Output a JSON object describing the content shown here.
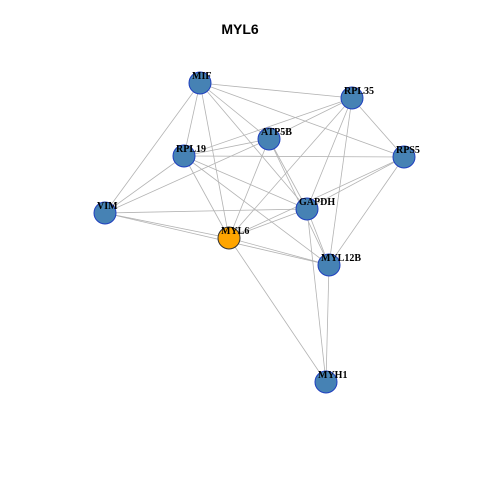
{
  "title": "MYL6",
  "colors": {
    "node": "#4682b4",
    "highlight": "#ffa500",
    "stroke": "#1f3fbf",
    "edge": "#b3b3b3"
  },
  "nodes": [
    {
      "id": "MIF",
      "label": "MIF",
      "highlight": false
    },
    {
      "id": "RPL35",
      "label": "RPL35",
      "highlight": false
    },
    {
      "id": "ATP5B",
      "label": "ATP5B",
      "highlight": false
    },
    {
      "id": "RPL19",
      "label": "RPL19",
      "highlight": false
    },
    {
      "id": "RPS5",
      "label": "RPS5",
      "highlight": false
    },
    {
      "id": "VIM",
      "label": "VIM",
      "highlight": false
    },
    {
      "id": "GAPDH",
      "label": "GAPDH",
      "highlight": false
    },
    {
      "id": "MYL6",
      "label": "MYL6",
      "highlight": true
    },
    {
      "id": "MYL12B",
      "label": "MYL12B",
      "highlight": false
    },
    {
      "id": "MYH1",
      "label": "MYH1",
      "highlight": false
    }
  ],
  "edges": [
    [
      "MIF",
      "RPL35"
    ],
    [
      "MIF",
      "ATP5B"
    ],
    [
      "MIF",
      "RPL19"
    ],
    [
      "MIF",
      "VIM"
    ],
    [
      "MIF",
      "GAPDH"
    ],
    [
      "MIF",
      "MYL6"
    ],
    [
      "MIF",
      "RPS5"
    ],
    [
      "RPL35",
      "ATP5B"
    ],
    [
      "RPL35",
      "RPL19"
    ],
    [
      "RPL35",
      "RPS5"
    ],
    [
      "RPL35",
      "GAPDH"
    ],
    [
      "RPL35",
      "MYL12B"
    ],
    [
      "RPL35",
      "MYL6"
    ],
    [
      "ATP5B",
      "RPL19"
    ],
    [
      "ATP5B",
      "GAPDH"
    ],
    [
      "ATP5B",
      "MYL6"
    ],
    [
      "ATP5B",
      "MYL12B"
    ],
    [
      "ATP5B",
      "VIM"
    ],
    [
      "RPL19",
      "VIM"
    ],
    [
      "RPL19",
      "RPS5"
    ],
    [
      "RPL19",
      "GAPDH"
    ],
    [
      "RPL19",
      "MYL6"
    ],
    [
      "RPL19",
      "MYL12B"
    ],
    [
      "RPS5",
      "GAPDH"
    ],
    [
      "RPS5",
      "MYL6"
    ],
    [
      "RPS5",
      "MYL12B"
    ],
    [
      "VIM",
      "GAPDH"
    ],
    [
      "VIM",
      "MYL6"
    ],
    [
      "VIM",
      "MYL12B"
    ],
    [
      "GAPDH",
      "MYL6"
    ],
    [
      "GAPDH",
      "MYL12B"
    ],
    [
      "GAPDH",
      "MYH1"
    ],
    [
      "MYL6",
      "MYL12B"
    ],
    [
      "MYL6",
      "MYH1"
    ],
    [
      "MYL12B",
      "MYH1"
    ]
  ]
}
